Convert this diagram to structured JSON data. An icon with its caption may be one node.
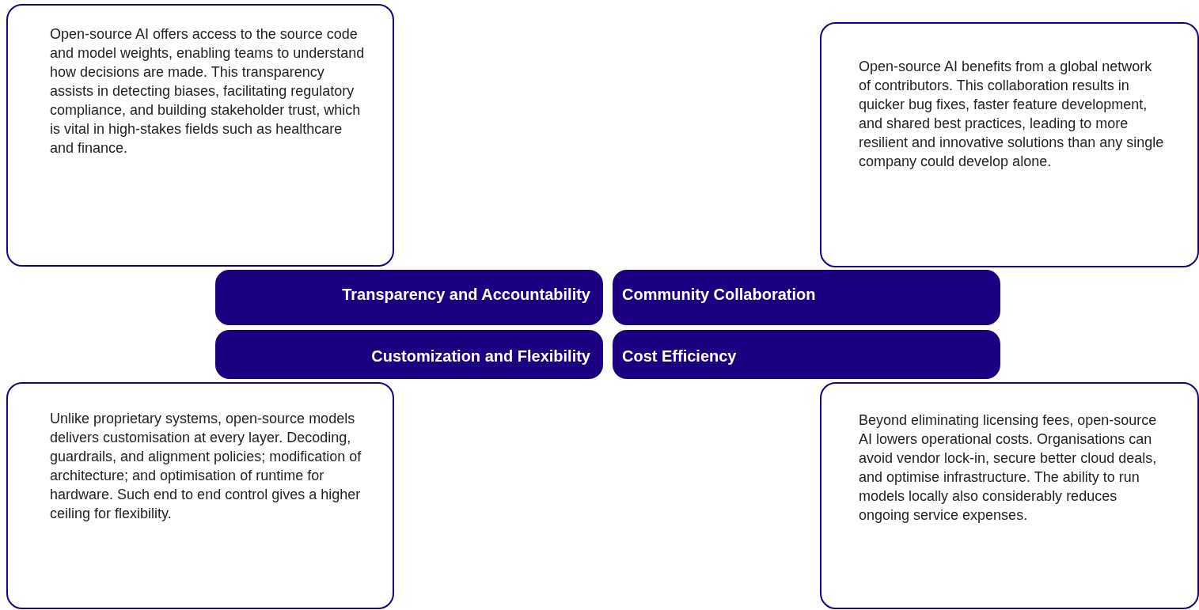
{
  "diagram": {
    "nodes": [
      {
        "text": [
          "Open-source AI offers access to the source code and model weights, enabling teams to understand how decisions are made. This transparency assists in detecting biases, facilitating regulatory compliance, and building stakeholder trust, which is vital in high-stakes fields such as healthcare and finance."
        ]
      },
      {
        "text": [
          "Open-source AI benefits from a global network of contributors. This collaboration results in quicker bug fixes, faster feature development, and shared best practices, leading to more resilient and innovative solutions than any single company could develop alone."
        ]
      },
      {
        "text": [
          "Transparency and Accountability"
        ]
      },
      {
        "text": [
          "Community Collaboration"
        ]
      },
      {
        "text": [
          "Customization and Flexibility"
        ]
      },
      {
        "text": [
          "Cost Efficiency"
        ]
      },
      {
        "text": [
          "Unlike proprietary systems, open-source models delivers customisation at every layer. Decoding, guardrails, and alignment policies; modification of architecture; and optimisation of runtime for hardware. Such end to end control gives a higher ceiling for flexibility."
        ]
      },
      {
        "text": [
          "Beyond eliminating licensing fees, open-source AI lowers operational costs. Organisations can avoid vendor lock-in, secure better cloud deals, and optimise infrastructure. The ability to run models locally also considerably reduces ongoing service expenses."
        ]
      }
    ],
    "edges": []
  }
}
